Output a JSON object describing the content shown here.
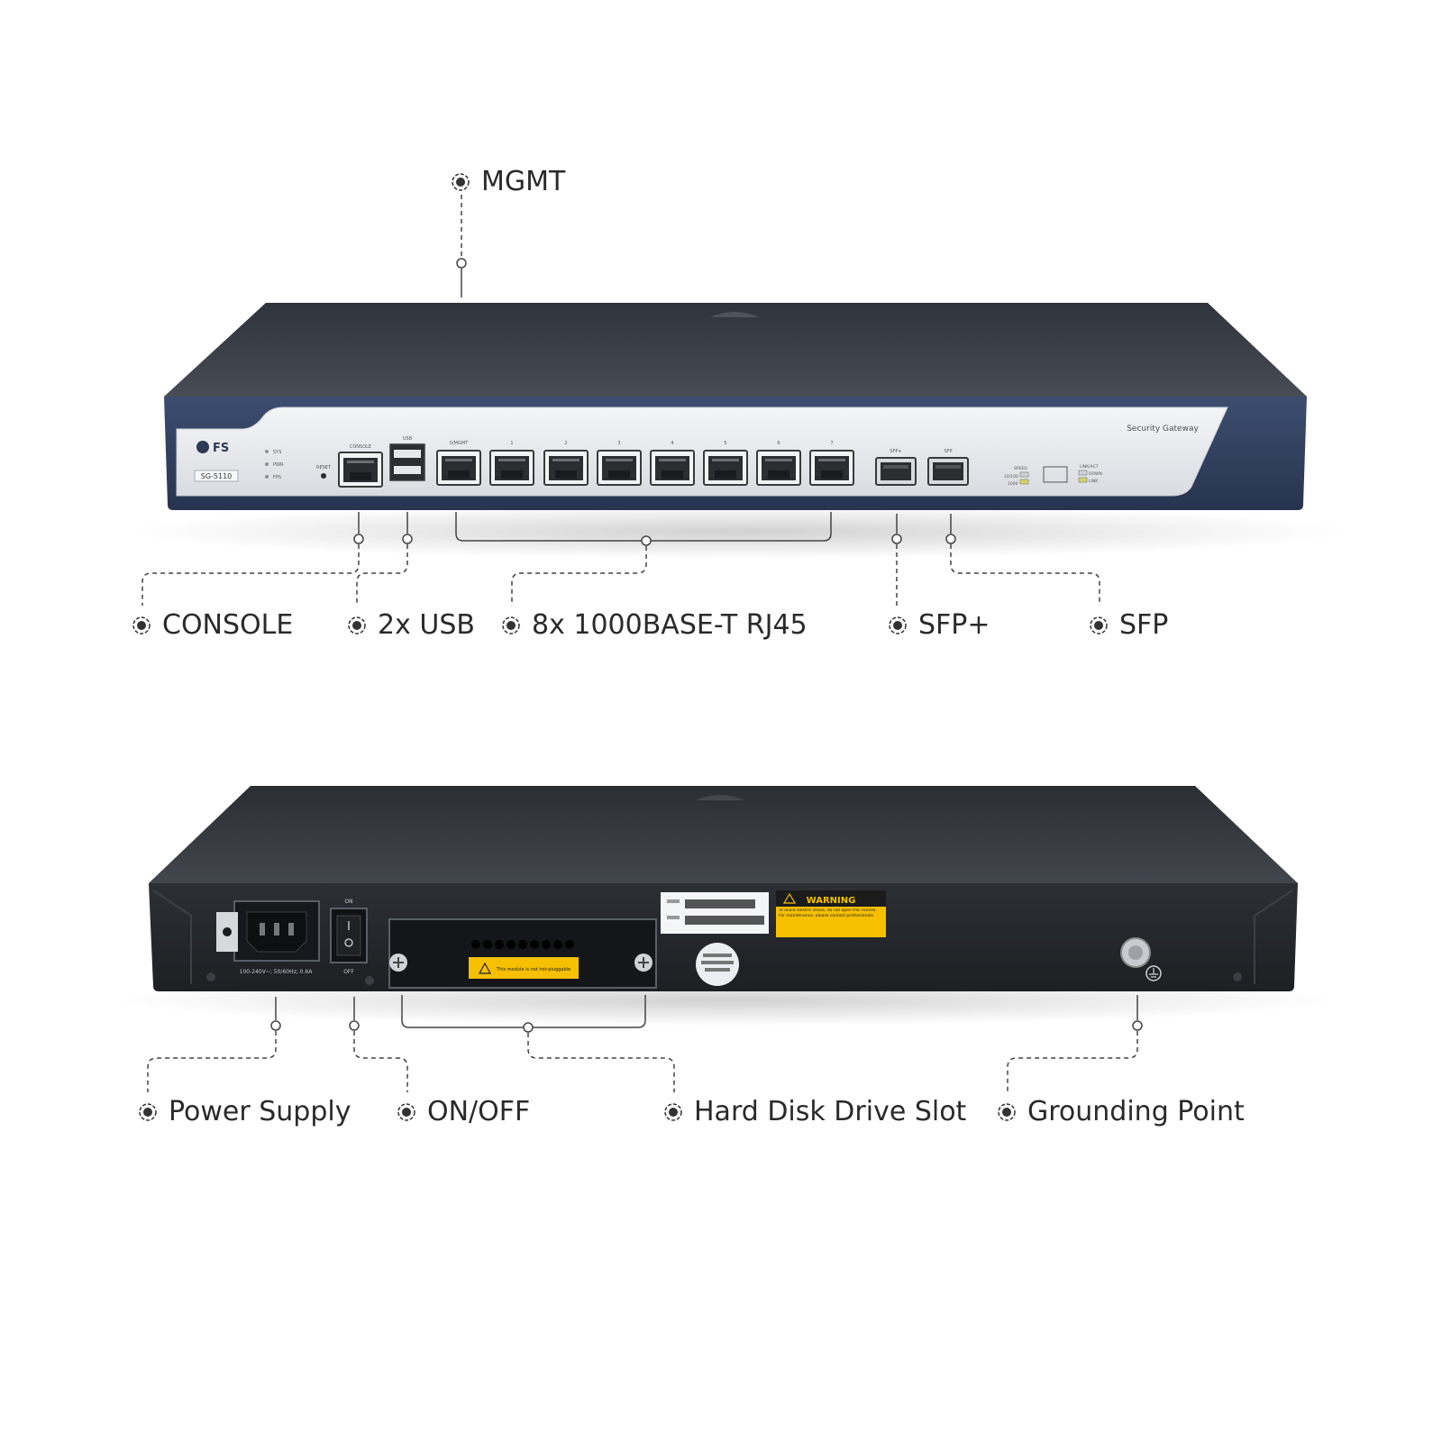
{
  "callouts_front": {
    "mgmt": "MGMT",
    "console": "CONSOLE",
    "usb": "2x USB",
    "rj45": "8x 1000BASE-T RJ45",
    "sfp_plus": "SFP+",
    "sfp": "SFP"
  },
  "callouts_rear": {
    "power": "Power Supply",
    "onoff": "ON/OFF",
    "hdd": "Hard Disk Drive Slot",
    "ground": "Grounding Point"
  },
  "front_panel": {
    "brand": "FS",
    "model": "SG-5110",
    "product": "Security Gateway",
    "console_label": "CONSOLE",
    "usb_label": "USB",
    "reset_label": "RESET",
    "mgmt_label": "0/MGMT",
    "port_numbers": [
      "1",
      "2",
      "3",
      "4",
      "5",
      "6",
      "7"
    ],
    "sfp_plus_label": "SFP+",
    "sfp_label": "SFP",
    "led_labels": [
      "SYS",
      "PWR",
      "FPS"
    ],
    "speed_labels": [
      "SPEED",
      "10/100",
      "1000"
    ],
    "link_labels": [
      "LINK/ACT",
      "DOWN",
      "LINK"
    ]
  },
  "rear_panel": {
    "switch_on": "ON",
    "switch_off": "OFF",
    "power_rating": "100-240V~; 50/60Hz; 0.6A",
    "warning_title": "WARNING",
    "warning_text": "To avoid electric shock, do not open the chassis. For maintenance, please contact professionals.",
    "hdd_notice": "This module is not hot-pluggable"
  },
  "colors": {
    "chassis_top": "#3a3f48",
    "chassis_front": "#2e3b55",
    "faceplate": "#e9ebee",
    "callout_line": "#444444",
    "warning": "#f6c000"
  }
}
